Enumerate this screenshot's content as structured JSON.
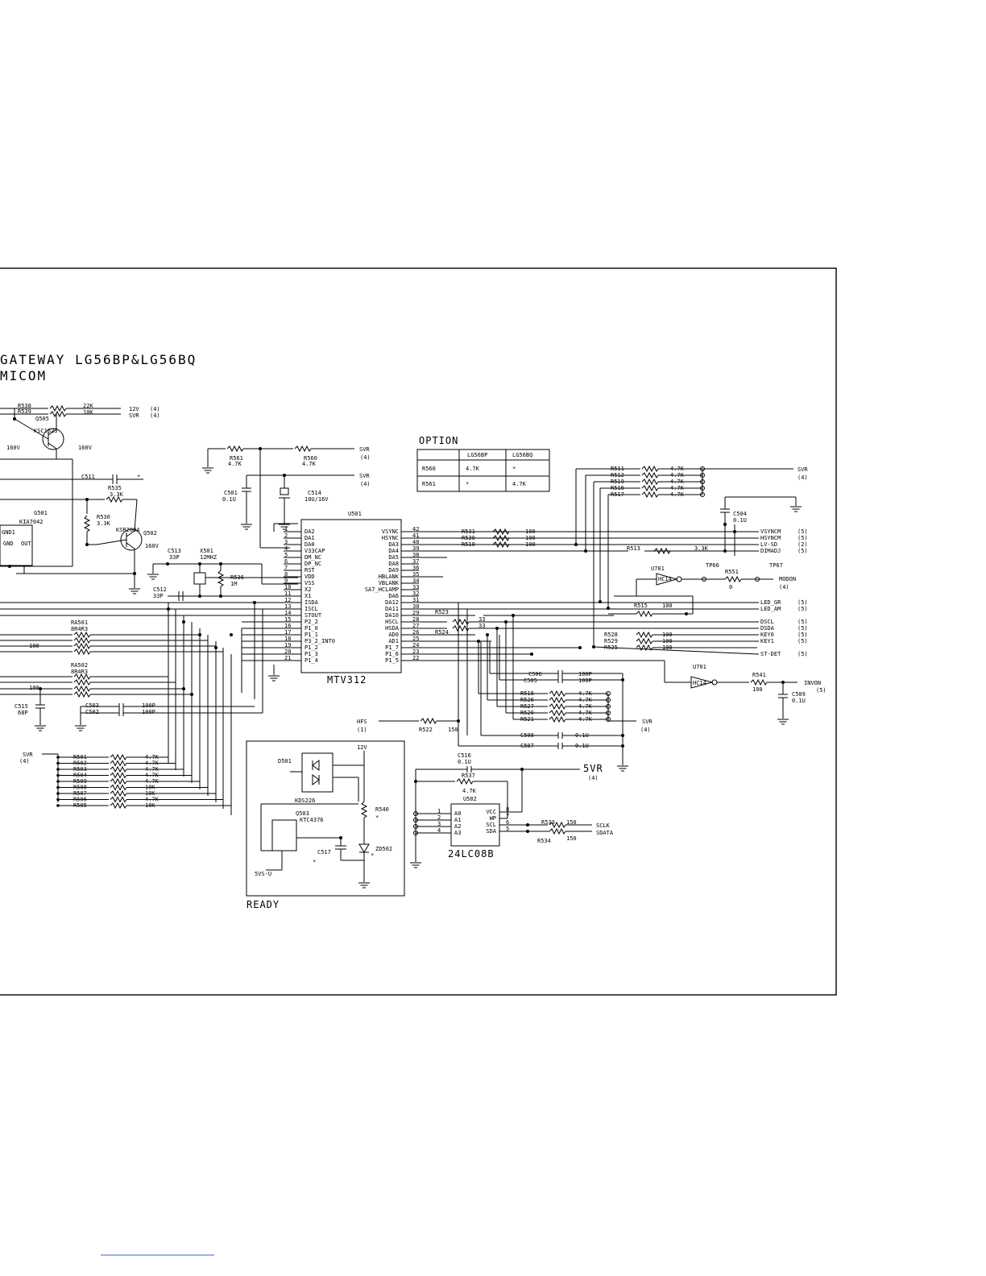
{
  "title": {
    "line1": "GATEWAY LG56BP&LG56BQ",
    "line2": "MICOM"
  },
  "footer_link": "",
  "ics": {
    "mcu": {
      "ref": "U501",
      "part": "MTV312",
      "left_pins": [
        {
          "n": "1",
          "name": "DA2"
        },
        {
          "n": "2",
          "name": "DA1"
        },
        {
          "n": "3",
          "name": "DA0"
        },
        {
          "n": "4",
          "name": "V33CAP"
        },
        {
          "n": "5",
          "name": "DM_NC"
        },
        {
          "n": "6",
          "name": "DP_NC"
        },
        {
          "n": "7",
          "name": "RST"
        },
        {
          "n": "8",
          "name": "VDD"
        },
        {
          "n": "9",
          "name": "VSS"
        },
        {
          "n": "10",
          "name": "X2"
        },
        {
          "n": "11",
          "name": "X1"
        },
        {
          "n": "12",
          "name": "ISDA"
        },
        {
          "n": "13",
          "name": "ISCL"
        },
        {
          "n": "14",
          "name": "STOUT"
        },
        {
          "n": "15",
          "name": "P2_2"
        },
        {
          "n": "16",
          "name": "P1_0"
        },
        {
          "n": "17",
          "name": "P1_1"
        },
        {
          "n": "18",
          "name": "P3_2_INT0"
        },
        {
          "n": "19",
          "name": "P1_2"
        },
        {
          "n": "20",
          "name": "P1_3"
        },
        {
          "n": "21",
          "name": "P1_4"
        }
      ],
      "right_pins": [
        {
          "n": "42",
          "name": "VSYNC"
        },
        {
          "n": "41",
          "name": "HSYNC"
        },
        {
          "n": "40",
          "name": "DA3"
        },
        {
          "n": "39",
          "name": "DA4"
        },
        {
          "n": "38",
          "name": "DA5"
        },
        {
          "n": "37",
          "name": "DA8"
        },
        {
          "n": "36",
          "name": "DA9"
        },
        {
          "n": "35",
          "name": "HBLANK"
        },
        {
          "n": "34",
          "name": "VBLANK"
        },
        {
          "n": "33",
          "name": "SA7_HCLAMP"
        },
        {
          "n": "32",
          "name": "DA6"
        },
        {
          "n": "31",
          "name": "DA12"
        },
        {
          "n": "30",
          "name": "DA11"
        },
        {
          "n": "29",
          "name": "DA10"
        },
        {
          "n": "28",
          "name": "HSCL"
        },
        {
          "n": "27",
          "name": "HSDA"
        },
        {
          "n": "26",
          "name": "AD0"
        },
        {
          "n": "25",
          "name": "AD1"
        },
        {
          "n": "24",
          "name": "P1_7"
        },
        {
          "n": "23",
          "name": "P1_6"
        },
        {
          "n": "22",
          "name": "P1_5"
        }
      ]
    },
    "eeprom": {
      "ref": "U502",
      "part": "24LC08B",
      "left_pins": [
        {
          "n": "1",
          "name": "A0"
        },
        {
          "n": "2",
          "name": "A1"
        },
        {
          "n": "3",
          "name": "A2"
        },
        {
          "n": "4",
          "name": "A3"
        }
      ],
      "right_pins": [
        {
          "n": "8",
          "name": "VCC"
        },
        {
          "n": "7",
          "name": "WP"
        },
        {
          "n": "6",
          "name": "SCL"
        },
        {
          "n": "5",
          "name": "SDA"
        }
      ]
    },
    "reset": {
      "ref": "G501",
      "part": "KIA7042",
      "pins": [
        "GND1",
        "GND",
        "OUT"
      ]
    }
  },
  "option_table": {
    "label": "OPTION",
    "header": [
      "",
      "LG56BP",
      "LG56BQ"
    ],
    "rows": [
      [
        "R560",
        "4.7K",
        "*"
      ],
      [
        "R561",
        "*",
        "4.7K"
      ]
    ]
  },
  "ready_box": {
    "label": "READY",
    "supply": "12V",
    "net": "5VS-U",
    "diode": "D501",
    "diode_part": "KDS226",
    "transistor": "Q503",
    "transistor_part": "KTC4376",
    "r": "R540",
    "c": "C517",
    "z": "ZD502",
    "star": "*"
  },
  "nets": {
    "right_outputs": [
      {
        "name": "VSYNCM",
        "page": "(5)"
      },
      {
        "name": "HSYNCM",
        "page": "(5)"
      },
      {
        "name": "LV-SD",
        "page": "(2)"
      },
      {
        "name": "DIMADJ",
        "page": "(5)"
      },
      {
        "name": "LED_GR",
        "page": "(5)"
      },
      {
        "name": "LED_AM",
        "page": "(5)"
      },
      {
        "name": "DSCL",
        "page": "(5)"
      },
      {
        "name": "DSDA",
        "page": "(5)"
      },
      {
        "name": "KEY0",
        "page": "(5)"
      },
      {
        "name": "KEY1",
        "page": "(5)"
      },
      {
        "name": "ST-DET",
        "page": "(5)"
      }
    ],
    "modon": {
      "name": "MODON",
      "page": "(4)"
    },
    "invon": {
      "name": "INVON",
      "page": "(5)"
    },
    "svr": "SVR",
    "svr_page": "(4)",
    "svr_big": "5VR",
    "hfs": {
      "name": "HFS",
      "page": "(1)"
    },
    "sclk": "SCLK",
    "sdata": "SDATA",
    "v12": "12V",
    "v12_page": "(4)",
    "tp66": "TP66",
    "tp67": "TP67"
  },
  "parts": {
    "r538": {
      "ref": "R538",
      "v": "22K"
    },
    "r539": {
      "ref": "R539",
      "v": "10K"
    },
    "q505": {
      "ref": "Q505",
      "part": "KSC1623"
    },
    "v160a": "160V",
    "v160b": "160V",
    "v160c": "160V",
    "c511": {
      "ref": "C511",
      "star": "*"
    },
    "r535": {
      "ref": "R535",
      "v": "3.3K"
    },
    "r530": {
      "ref": "R530",
      "v": "3.3K"
    },
    "q502": {
      "ref": "Q502",
      "part": "KSR2004"
    },
    "r561": {
      "ref": "R561",
      "v": "4.7K"
    },
    "r560": {
      "ref": "R560",
      "v": "4.7K"
    },
    "c501": {
      "ref": "C501",
      "v": "0.1U"
    },
    "c514": {
      "ref": "C514",
      "v": "10U/16V"
    },
    "c513": {
      "ref": "C513",
      "v": "33P"
    },
    "x501": {
      "ref": "X501",
      "v": "12MHZ"
    },
    "r536": {
      "ref": "R536",
      "v": "1M"
    },
    "c512": {
      "ref": "C512",
      "v": "33P"
    },
    "ra501": {
      "ref": "RA501",
      "v": "8R4R3"
    },
    "ra502": {
      "ref": "RA502",
      "v": "8R4R3"
    },
    "r100a": "100",
    "r100b": "100",
    "c515": {
      "ref": "C515",
      "v": "68P"
    },
    "c503": {
      "ref": "C503",
      "v": "100P"
    },
    "c502": {
      "ref": "C502",
      "v": "100P"
    },
    "pullups_left": [
      {
        "ref": "R501",
        "v": "4.7K"
      },
      {
        "ref": "R502",
        "v": "4.7K"
      },
      {
        "ref": "R503",
        "v": "4.7K"
      },
      {
        "ref": "R504",
        "v": "4.7K"
      },
      {
        "ref": "R509",
        "v": "4.7K"
      },
      {
        "ref": "R508",
        "v": "10K"
      },
      {
        "ref": "R507",
        "v": "10K"
      },
      {
        "ref": "R506",
        "v": "4.7K"
      },
      {
        "ref": "R505",
        "v": "10K"
      }
    ],
    "series_top": [
      {
        "ref": "R531",
        "v": "100"
      },
      {
        "ref": "R530",
        "v": "100"
      },
      {
        "ref": "R510",
        "v": "100"
      }
    ],
    "r513": {
      "ref": "R513",
      "v": "3.3K"
    },
    "pullups_top": [
      {
        "ref": "R511",
        "v": "4.7K"
      },
      {
        "ref": "R512",
        "v": "4.7K"
      },
      {
        "ref": "R519",
        "v": "4.7K"
      },
      {
        "ref": "R516",
        "v": "4.7K"
      },
      {
        "ref": "R517",
        "v": "4.7K"
      }
    ],
    "c504": {
      "ref": "C504",
      "v": "0.1U"
    },
    "u701a": {
      "ref": "U701",
      "part": "HC14"
    },
    "u701b": {
      "ref": "U701",
      "part": "HC14"
    },
    "r551": {
      "ref": "R551",
      "v": "0"
    },
    "r515": {
      "ref": "R515",
      "v": "100"
    },
    "r523": "R523",
    "r524": "R524",
    "r33a": "33",
    "r33b": "33",
    "series_keys": [
      {
        "ref": "R528",
        "v": "100"
      },
      {
        "ref": "R529",
        "v": "100"
      },
      {
        "ref": "R525",
        "v": "100"
      }
    ],
    "c506": {
      "ref": "C506",
      "v": "100P"
    },
    "c505": {
      "ref": "C505",
      "v": "100P"
    },
    "pullups_mid": [
      {
        "ref": "R518",
        "v": "4.7K"
      },
      {
        "ref": "R526",
        "v": "4.7K"
      },
      {
        "ref": "R527",
        "v": "4.7K"
      },
      {
        "ref": "R520",
        "v": "4.7K"
      },
      {
        "ref": "R521",
        "v": "4.7K"
      }
    ],
    "r522": {
      "ref": "R522",
      "v": "150"
    },
    "c508": {
      "ref": "C508",
      "v": "0.1U"
    },
    "c507": {
      "ref": "C507",
      "v": "0.1U"
    },
    "r541": {
      "ref": "R541",
      "v": "100"
    },
    "c509": {
      "ref": "C509",
      "v": "0.1U"
    },
    "c516": {
      "ref": "C516",
      "v": "0.1U"
    },
    "r537": {
      "ref": "R537",
      "v": "4.7K"
    },
    "r533": {
      "ref": "R533",
      "v": "150"
    },
    "r534": {
      "ref": "R534",
      "v": "150"
    }
  }
}
